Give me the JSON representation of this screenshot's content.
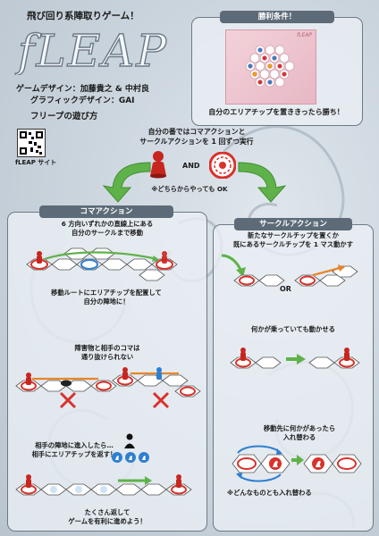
{
  "page": {
    "accent_green": "#5fb24a",
    "accent_red": "#d8322b",
    "accent_blue": "#2f7fd0",
    "panel_tab": "#5d6b78"
  },
  "header": {
    "tagline": "飛び回り系陣取りゲーム！",
    "logo_text": "fLEAP",
    "game_design": "ゲームデザイン：加藤貴之 & 中村良",
    "graphic_design": "グラフィックデザイン：GAI",
    "howto": "フリープの遊び方",
    "qr_caption": "fLEAP サイト"
  },
  "victory": {
    "title": "勝利条件！",
    "caption": "自分のエリアチップを置ききったら勝ち！",
    "board_logo": "fLEAP"
  },
  "turn": {
    "line1": "自分の番ではコマアクションと",
    "line2": "サークルアクションを 1 回ずつ実行",
    "and": "AND",
    "note": "※どちらからやっても OK"
  },
  "koma": {
    "title": "コマアクション",
    "t1a": "6 方向いずれかの直線上にある",
    "t1b": "自分のサークルまで移動",
    "t2a": "移動ルートにエリアチップを配置して",
    "t2b": "自分の陣地に！",
    "t3a": "障害物と相手のコマは",
    "t3b": "通り抜けられない",
    "t4a": "相手の陣地に進入したら…",
    "t4b": "相手にエリアチップを返す！",
    "t5a": "たくさん返して",
    "t5b": "ゲームを有利に進めよう！"
  },
  "circle": {
    "title": "サークルアクション",
    "t1a": "新たなサークルチップを置くか",
    "t1b": "既にあるサークルチップを 1 マス動かす",
    "or": "OR",
    "t2": "何かが乗っていても動かせる",
    "t3a": "移動先に何かがあったら",
    "t3b": "入れ替わる",
    "t4": "※どんなものとも入れ替わる"
  }
}
